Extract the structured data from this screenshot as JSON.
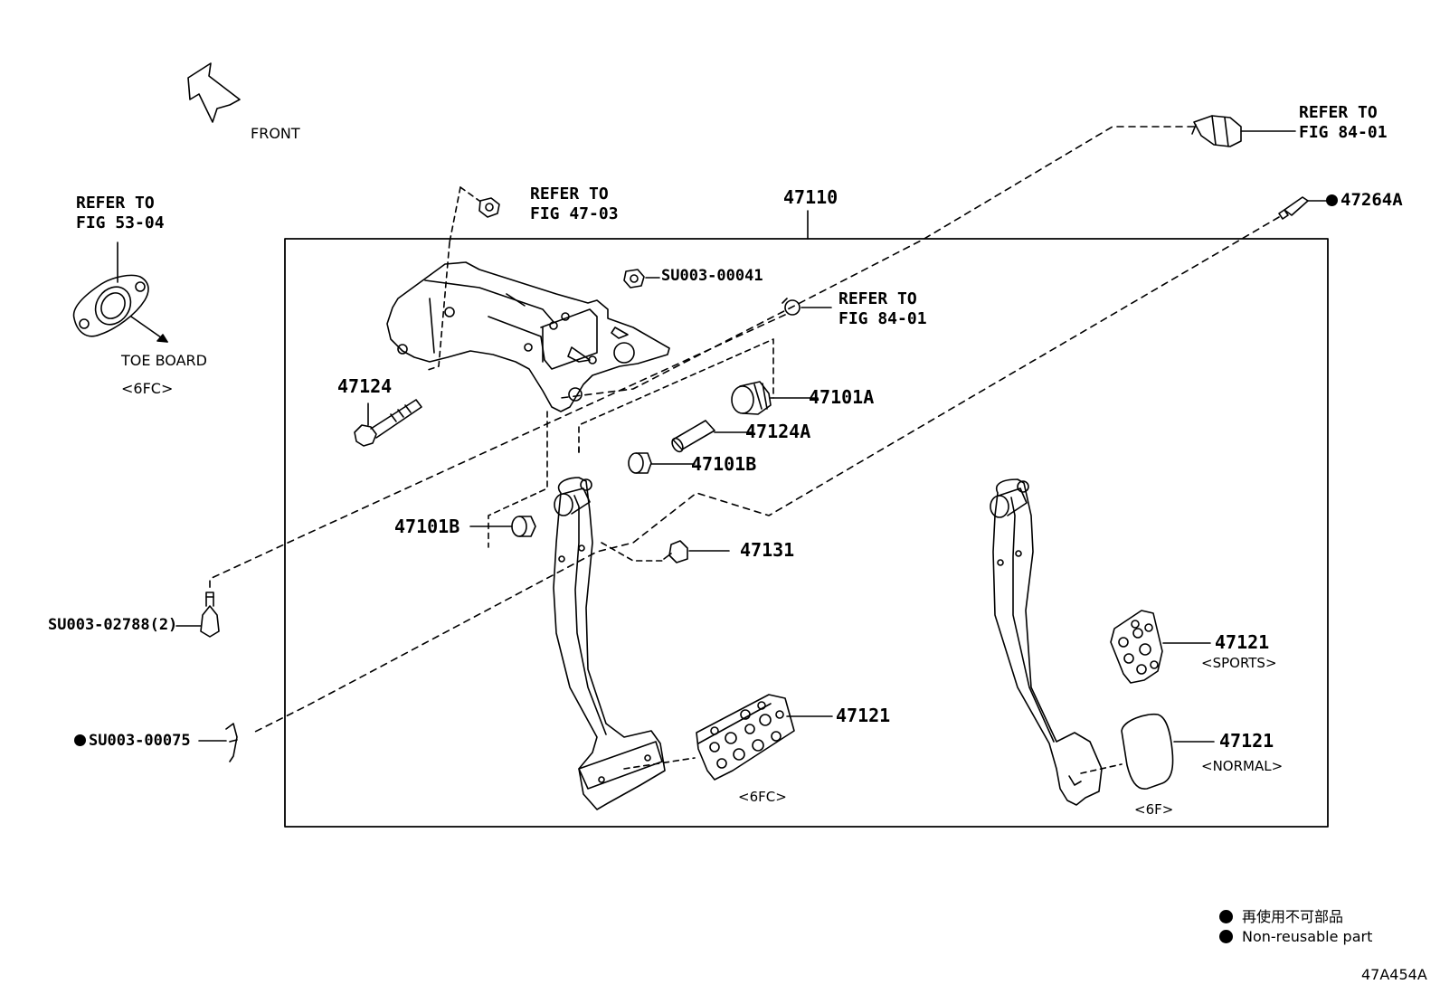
{
  "front_label": "FRONT",
  "toe_board": {
    "refer_line1": "REFER TO",
    "refer_line2": "FIG 53-04",
    "label": "TOE BOARD",
    "variant": "<6FC>"
  },
  "refer_47_03": {
    "line1": "REFER TO",
    "line2": "FIG 47-03"
  },
  "refer_84_01_top": {
    "line1": "REFER TO",
    "line2": "FIG 84-01"
  },
  "refer_84_01_mid": {
    "line1": "REFER TO",
    "line2": "FIG 84-01"
  },
  "parts": {
    "p47110": "47110",
    "p47264a": "47264A",
    "su003_00041": "SU003-00041",
    "p47124": "47124",
    "p47101a": "47101A",
    "p47124a": "47124A",
    "p47101b_right": "47101B",
    "p47101b_left": "47101B",
    "p47131": "47131",
    "su003_02788": "SU003-02788(2)",
    "su003_00075": "SU003-00075",
    "p47121_6fc": "47121",
    "p47121_sports": "47121",
    "p47121_normal": "47121"
  },
  "variants": {
    "pad_6fc": "<6FC>",
    "sports": "<SPORTS>",
    "normal": "<NORMAL>",
    "pedal_6f": "<6F>"
  },
  "legend": {
    "japanese": "再使用不可部品",
    "english": "Non-reusable part"
  },
  "figure_code": "47A454A"
}
